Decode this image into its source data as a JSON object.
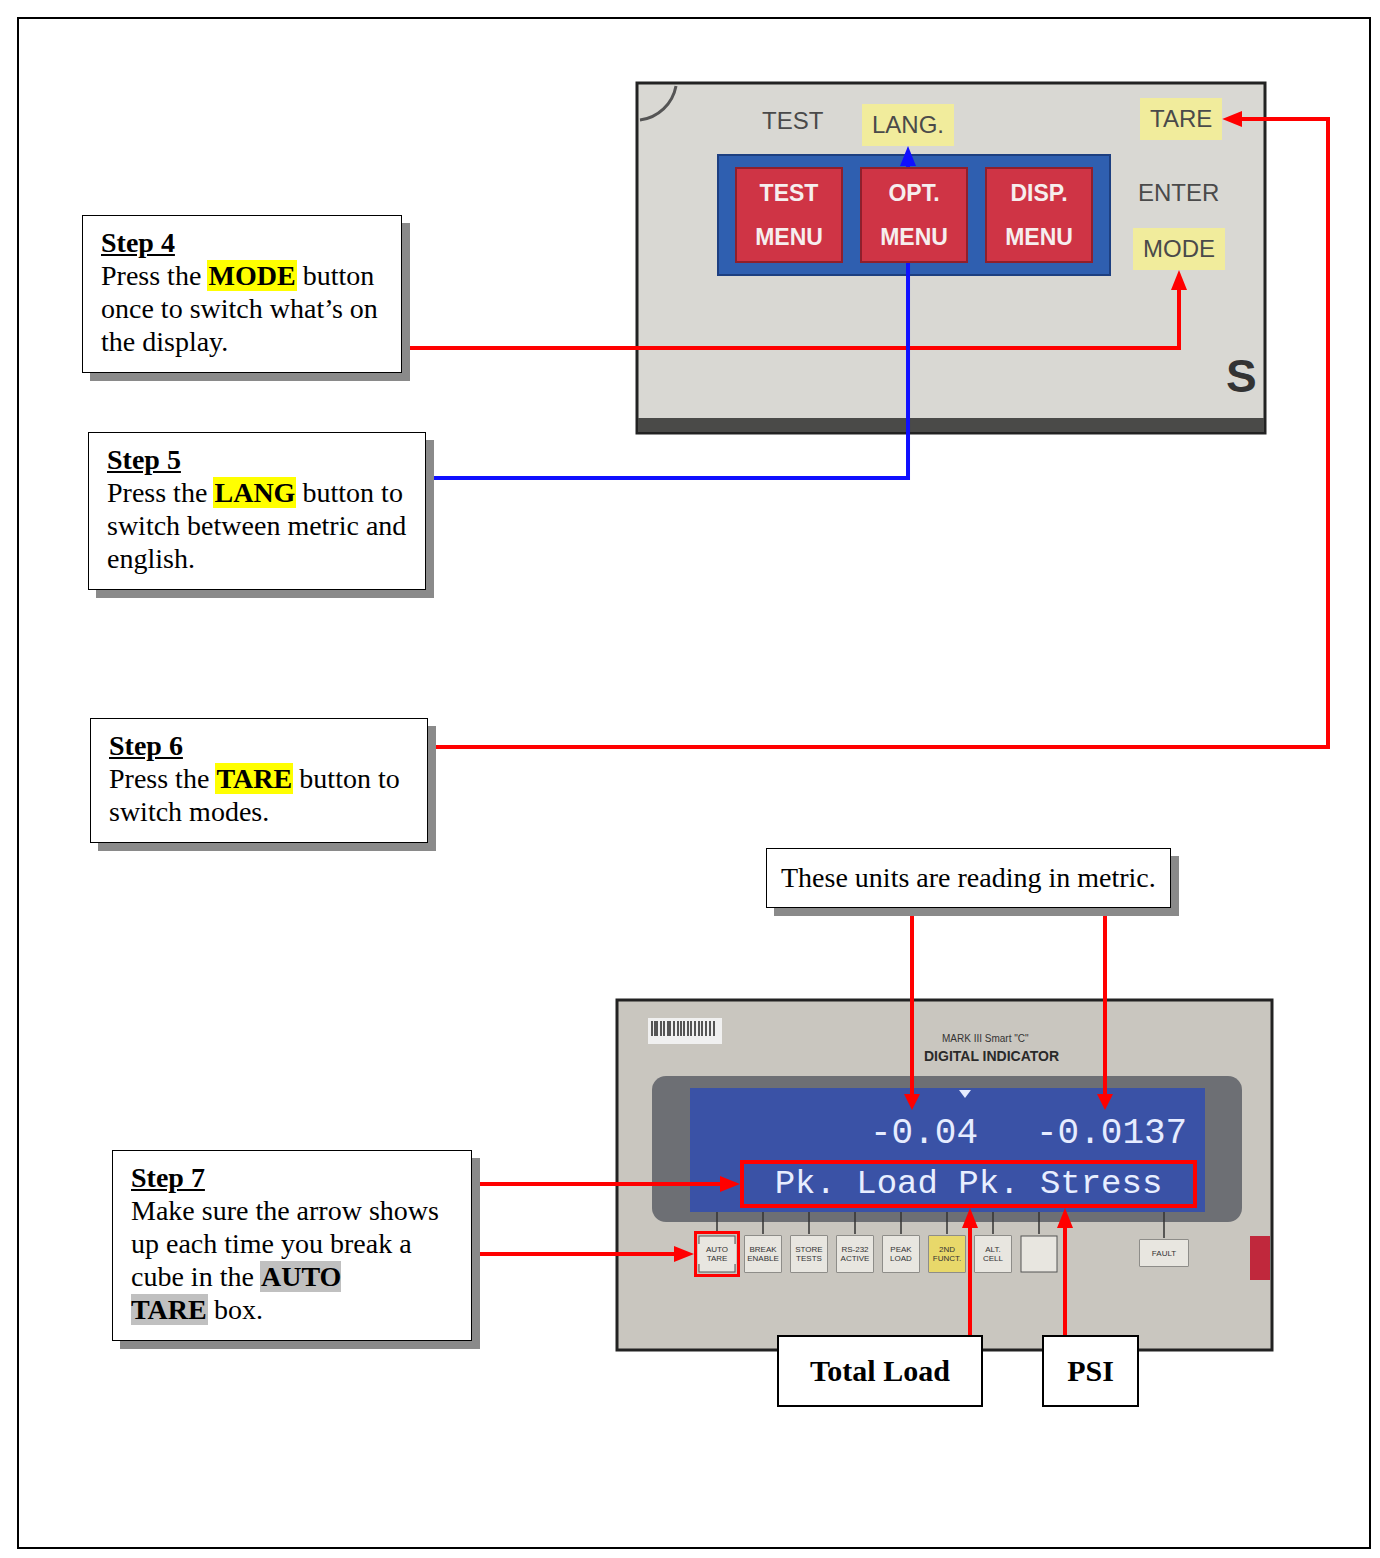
{
  "diagram": {
    "nodes": [
      {
        "text": [
          "LANG."
        ]
      },
      {
        "text": [
          "TARE"
        ]
      },
      {
        "text": [
          "TEST MENU"
        ]
      },
      {
        "text": [
          "OPT. MENU"
        ]
      },
      {
        "text": [
          "DISP. MENU"
        ]
      },
      {
        "text": [
          "MODE"
        ]
      },
      {
        "text": [
          "Step 4",
          "Press the",
          "MODE",
          "button once to switch what’s on the display."
        ]
      },
      {
        "text": [
          "Step 5",
          "Press the",
          "LANG",
          "button to switch between metric and english."
        ]
      },
      {
        "text": [
          "Step 6",
          "Press the",
          "TARE",
          "button to switch modes."
        ]
      },
      {
        "text": [
          "These units are reading in metric."
        ]
      },
      {
        "text": [
          "Pk. Load Pk. Stress"
        ]
      },
      {
        "text": [
          "Step 7",
          "Make sure the arrow shows up each time you break a cube in the",
          "AUTO TARE",
          "box."
        ]
      },
      {
        "text": [
          "AUTO TARE"
        ]
      },
      {
        "text": [
          "Total Load"
        ]
      },
      {
        "text": [
          "PSI"
        ]
      }
    ],
    "edges": [
      {
        "from": 6,
        "to": 5,
        "arrow": "to"
      },
      {
        "from": 7,
        "to": 0,
        "arrow": "to"
      },
      {
        "from": 8,
        "to": 1,
        "arrow": "to"
      },
      {
        "from": 11,
        "to": 10,
        "arrow": "to"
      },
      {
        "from": 11,
        "to": 12,
        "arrow": "to"
      },
      {
        "from": 13,
        "to": 10,
        "arrow": "to"
      },
      {
        "from": 14,
        "to": 10,
        "arrow": "to"
      }
    ],
    "labels": [
      "TEST",
      "ENTER",
      "S",
      "MARK III Smart \"C\"",
      "DIGITAL INDICATOR",
      "-0.04",
      "-0.0137",
      "BREAK ENABLE",
      "STORE TESTS",
      "RS-232 ACTIVE",
      "PEAK LOAD",
      "2ND FUNCT.",
      "ALT. CELL",
      "FAULT"
    ]
  }
}
